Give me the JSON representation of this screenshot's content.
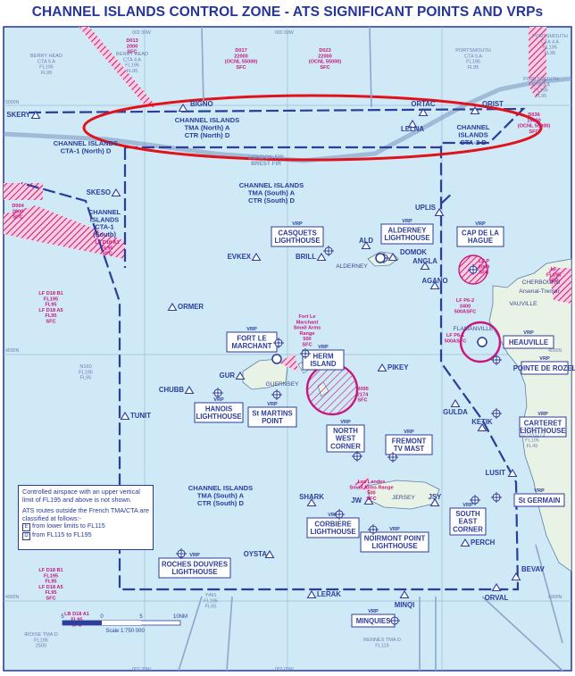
{
  "title": "CHANNEL ISLANDS CONTROL ZONE -  ATS SIGNIFICANT POINTS AND VRPs",
  "colors": {
    "sea": "#cfe9f7",
    "border": "#2c3d9a",
    "magenta": "#c8187c",
    "land": "#e8f3e6"
  },
  "grid_labels": [
    "002 30W",
    "002 30W",
    "002 00W",
    "002 00W",
    "5000N",
    "4930N",
    "4930N",
    "4900N",
    "4900N"
  ],
  "zones": {
    "tma_north": "CHANNEL ISLANDS\nTMA (North) A\nCTR (North) D",
    "cta1_north": "CHANNEL ISLANDS\nCTA-1 (North) D",
    "cta2": "CHANNEL\nISLANDS\nCTA-2 D",
    "tma_south_top": "CHANNEL ISLANDS\nTMA (South) A\nCTR (South) D",
    "cta1_south": "CHANNEL\nISLANDS\nCTA-1\n(South)",
    "tma_south_bottom": "CHANNEL ISLANDS\nTMA (South) A\nCTR (South) D",
    "fir": "LONDON FIR\nBREST FIR"
  },
  "points": [
    "SKERY",
    "BIGNO",
    "ORTAC",
    "ORIST",
    "LELNA",
    "SKESO",
    "UPLIS",
    "ALD",
    "DOMOK",
    "ANGLA",
    "AGANO",
    "EVKEX",
    "BRILL",
    "ORMER",
    "PIKEY",
    "CHUBB",
    "GUR",
    "TUNIT",
    "GULDA",
    "KETIK",
    "LUSIT",
    "SHARK",
    "JW",
    "JSY",
    "PERCH",
    "OYSTA",
    "BEVAV",
    "LERAK",
    "MINQI",
    "ORVAL"
  ],
  "vrps": [
    "CASQUETS\nLIGHTHOUSE",
    "ALDERNEY\nLIGHTHOUSE",
    "CAP DE LA\nHAGUE",
    "FORT LE\nMARCHANT",
    "HERM\nISLAND",
    "HEAUVILLE",
    "POINTE DE ROZEL",
    "HANOIS\nLIGHTHOUSE",
    "St MARTINS\nPOINT",
    "CARTERET\nLIGHTHOUSE",
    "NORTH\nWEST\nCORNER",
    "FREMONT\nTV MAST",
    "St GERMAIN",
    "CORBIERE\nLIGHTHOUSE",
    "NOIRMONT POINT\nLIGHTHOUSE",
    "SOUTH\nEAST\nCORNER",
    "ROCHES DOUVRES\nLIGHTHOUSE",
    "MINQUIES"
  ],
  "vrp_tag": "VRP",
  "places": [
    "ALDERNEY",
    "GUERNSEY",
    "JERSEY",
    "CHERBOURG",
    "Arsenal-Tremar",
    "VAUVILLE",
    "FLAMANVILLE"
  ],
  "restricted": [
    "D013\n2000\nSFC",
    "D017\n22000\n(OCNL 55000)\nSFC",
    "D023\n22000\n(OCNL 55000)\nSFC",
    "D036\n19000\n(OCNL 55000)\nSFC",
    "D004\n2000\nSFC",
    "LF D18 A1\nFL95\nSFC",
    "LF D18 B1\nFL195\nFL95\nLF D18 A5\nFL95\nSFC",
    "Fort Le\nMarchant\nSmall Arms\nRange\n500\nSFC",
    "R095\n2174\nSFC",
    "LF P6-2\n3400\n500ASFC",
    "LF P6-1\n500ASFC",
    "LF P\n2000\nSFC",
    "LF\nFL195\nSFC",
    "Les Landes\nSmall Arms Range\n500\nSFC",
    "LF D18 B1\nFL195\nFL95\nLF D18 A5\nFL95\nSFC",
    "LB D18 A1\nFL95\nSFC"
  ],
  "airspace": [
    "BERRY HEAD\nCTA 5 A\nFL195\nFL95",
    "BERRY HEAD\nCTA 4 A\nFL195\nFL95",
    "PORTSMOUTH\nCTA 5 A\nFL195\nFL95",
    "PORTSMOUTH\nCTA 4 A\nFL195\nFL95",
    "PORTSMOUTH\nCTA 3 A\nFL195\nFL95",
    "N160\nFL195\nFL95",
    "G27/G271/\nG272/G273\nFL195\nFL45",
    "Y491\nFL195\nFL65",
    "IROISE TMA D\nFL195\n2500",
    "RENNES TMA D\nFL115"
  ],
  "note": {
    "line1": "Controlled airspace with an upper vertical limit of FL195 and above is not shown.",
    "line2": "ATS routes outside the French TMA/CTA are classified at follows:-",
    "item1_letter": "E",
    "item1": "from lower limits to FL115",
    "item2_letter": "D",
    "item2": "from FL115 to FL195"
  },
  "scale": {
    "ticks": [
      "5",
      "0",
      "5",
      "10NM"
    ],
    "label": "Scale 1:750 000"
  }
}
